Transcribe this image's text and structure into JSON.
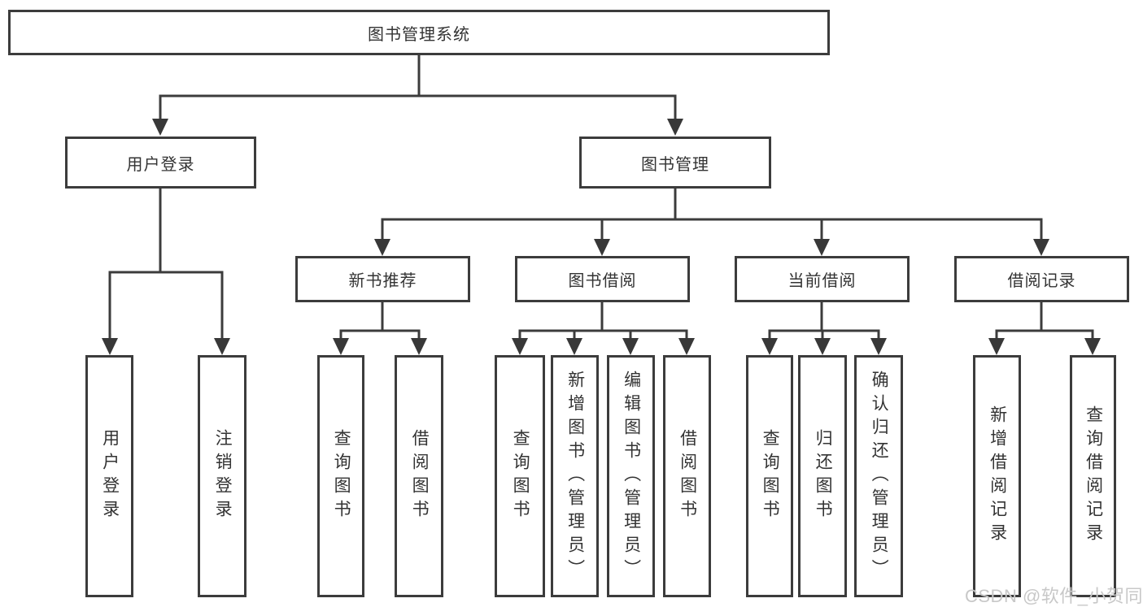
{
  "tree": {
    "label": "图书管理系统",
    "children": [
      {
        "label": "用户登录",
        "children": [
          {
            "label": "用户登录"
          },
          {
            "label": "注销登录"
          }
        ]
      },
      {
        "label": "图书管理",
        "children": [
          {
            "label": "新书推荐",
            "children": [
              {
                "label": "查询图书"
              },
              {
                "label": "借阅图书"
              }
            ]
          },
          {
            "label": "图书借阅",
            "children": [
              {
                "label": "查询图书"
              },
              {
                "label": "新增图书（管理员）"
              },
              {
                "label": "编辑图书（管理员）"
              },
              {
                "label": "借阅图书"
              }
            ]
          },
          {
            "label": "当前借阅",
            "children": [
              {
                "label": "查询图书"
              },
              {
                "label": "归还图书"
              },
              {
                "label": "确认归还（管理员）"
              }
            ]
          },
          {
            "label": "借阅记录",
            "children": [
              {
                "label": "新增借阅记录"
              },
              {
                "label": "查询借阅记录"
              }
            ]
          }
        ]
      }
    ]
  },
  "watermark": {
    "text": "CSDN @软件_小贺同学"
  },
  "colors": {
    "line": "#3c3c3c",
    "arrowhead": "#383838",
    "text": "#333333",
    "watermark": "#c8c8c8",
    "background": "#ffffff"
  }
}
